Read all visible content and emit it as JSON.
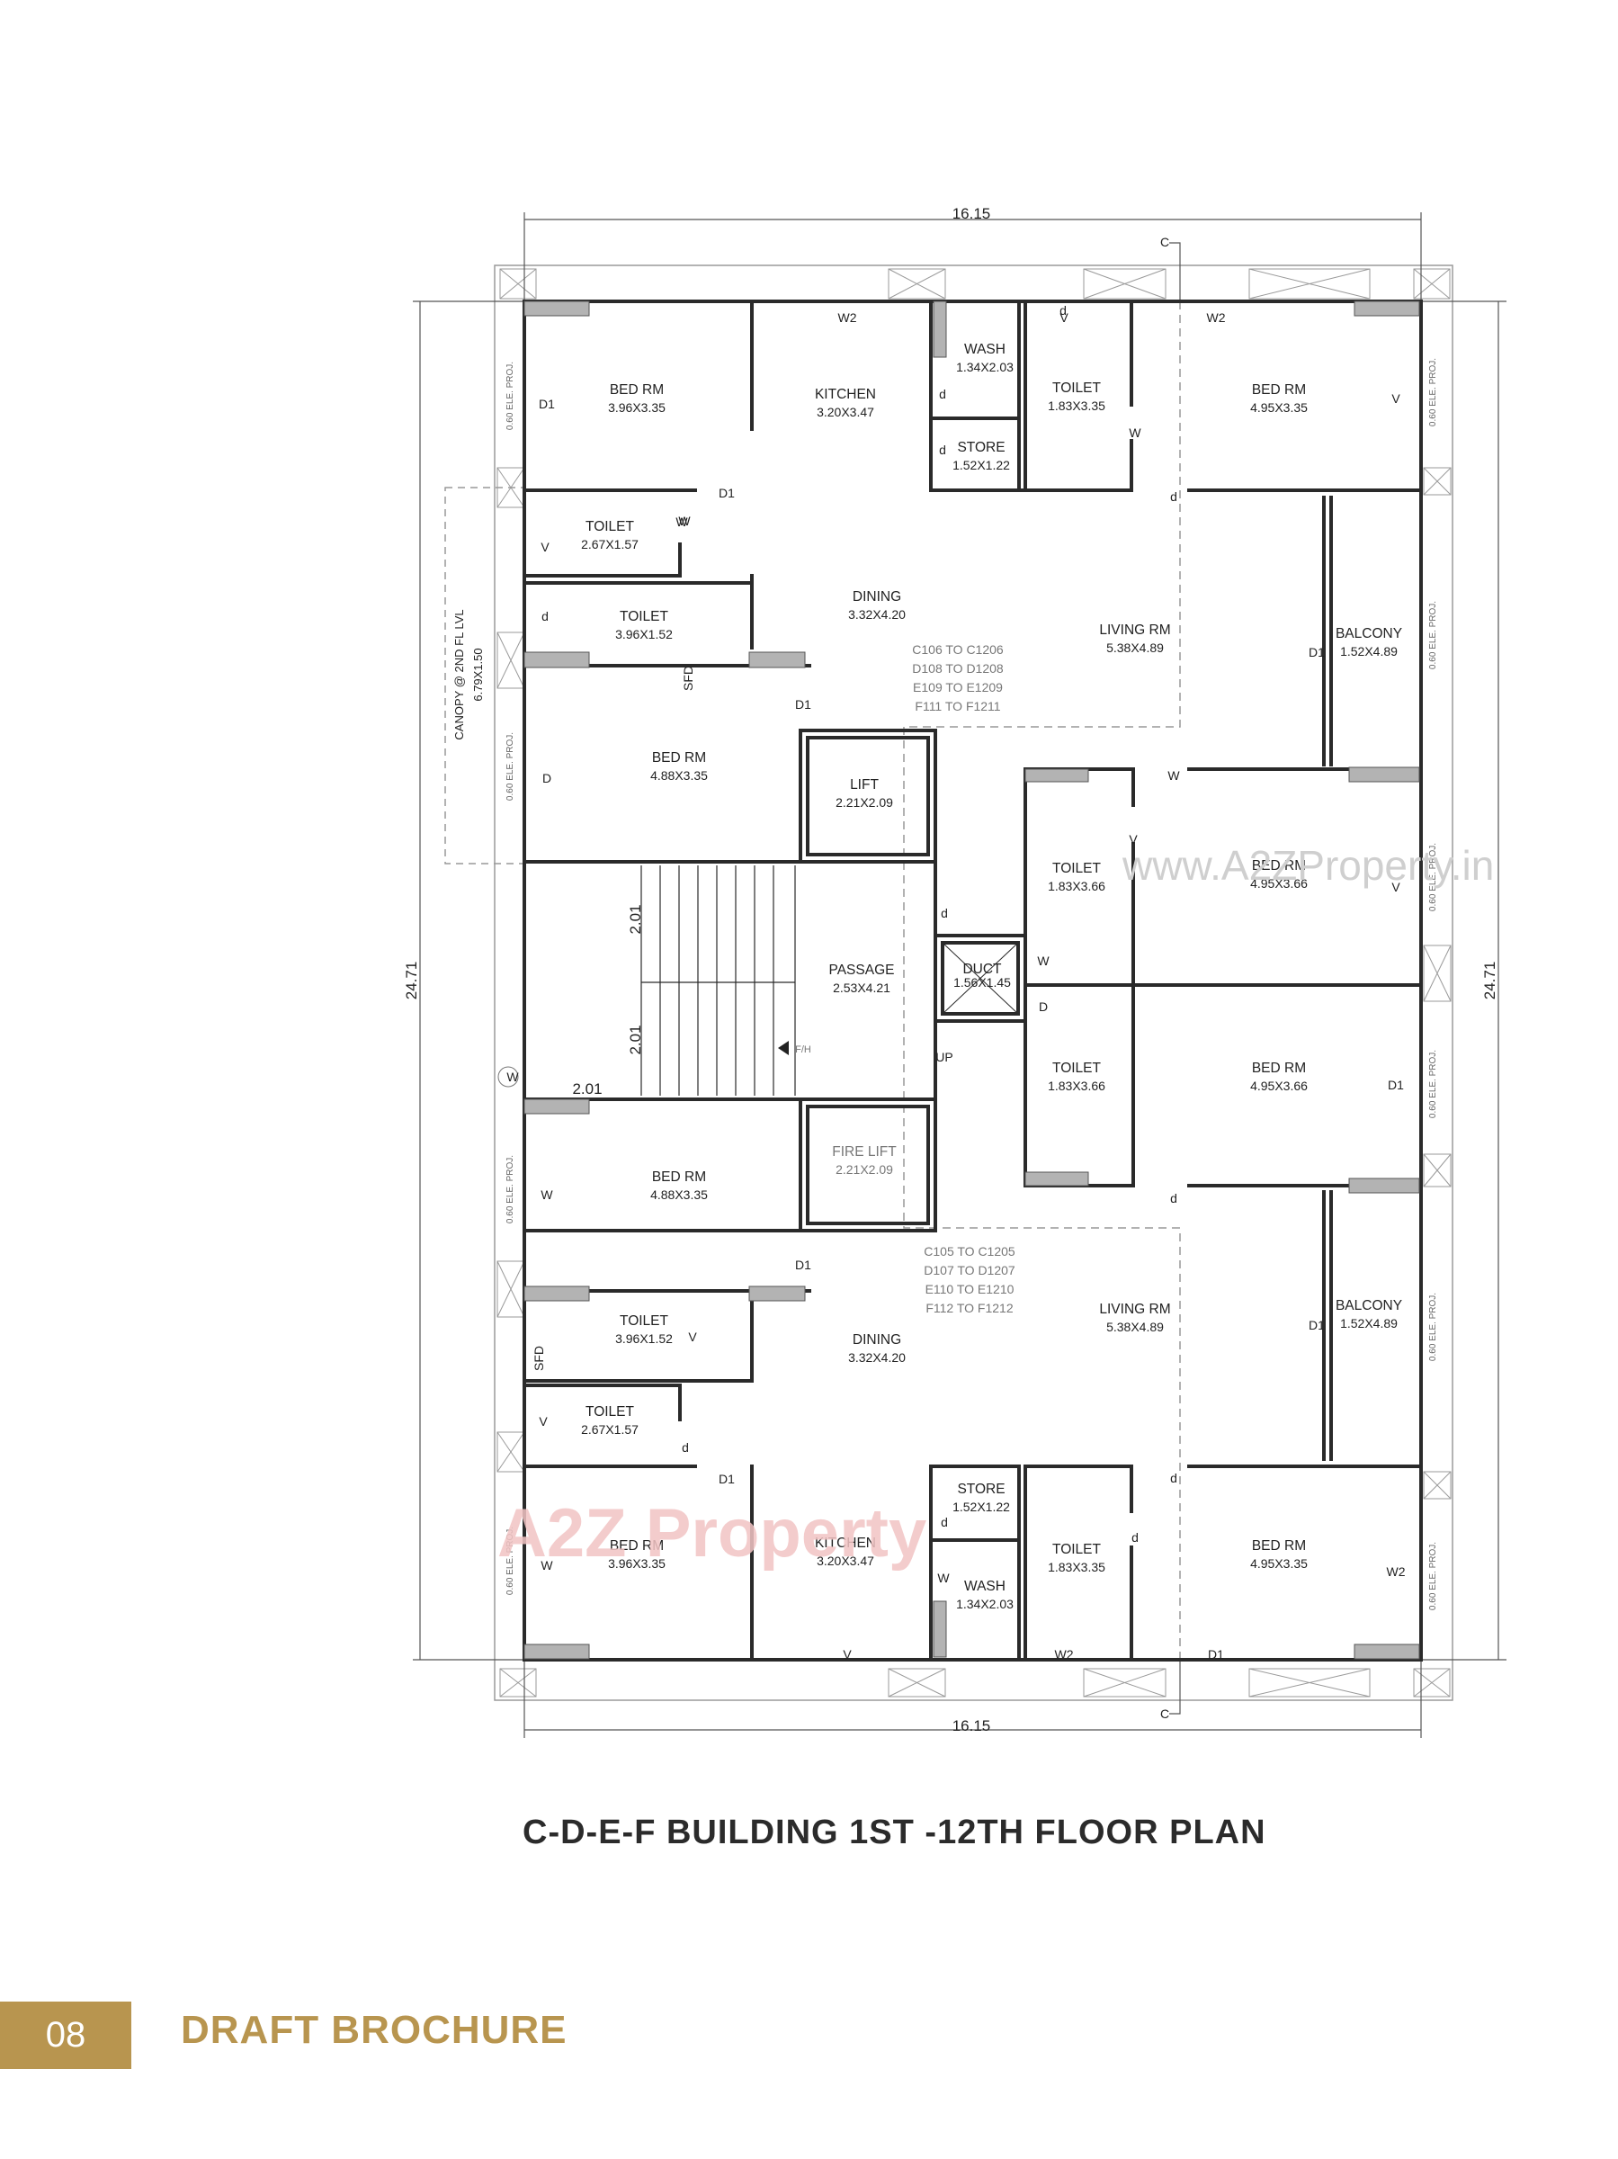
{
  "title": "C-D-E-F BUILDING 1ST -12TH FLOOR PLAN",
  "footer": {
    "page_number": "08",
    "label": "DRAFT BROCHURE"
  },
  "watermarks": {
    "site": "www.A2ZProperty.in",
    "logo": "A2Z Property"
  },
  "dimensions": {
    "width_top": "16.15",
    "width_bottom": "16.15",
    "depth_left": "24.71",
    "depth_right": "24.71",
    "stair_1": "2.01",
    "stair_2": "2.01",
    "stair_3": "2.01",
    "section_mark": "C"
  },
  "canopy": {
    "line1": "CANOPY @ 2ND FL LVL",
    "line2": "6.79X1.50"
  },
  "proj_label": "0.60 ELE. PROJ.",
  "colors": {
    "wall": "#2a2a2a",
    "column": "#b3b3b3",
    "accent": "#b8954f"
  },
  "rooms": [
    {
      "name": "BED RM",
      "size": "3.96X3.35"
    },
    {
      "name": "KITCHEN",
      "size": "3.20X3.47"
    },
    {
      "name": "WASH",
      "size": "1.34X2.03"
    },
    {
      "name": "STORE",
      "size": "1.52X1.22"
    },
    {
      "name": "TOILET",
      "size": "1.83X3.35"
    },
    {
      "name": "BED RM",
      "size": "4.95X3.35"
    },
    {
      "name": "TOILET",
      "size": "2.67X1.57"
    },
    {
      "name": "TOILET",
      "size": "3.96X1.52"
    },
    {
      "name": "DINING",
      "size": "3.32X4.20"
    },
    {
      "name": "LIVING RM",
      "size": "5.38X4.89"
    },
    {
      "name": "BALCONY",
      "size": "1.52X4.89"
    },
    {
      "name": "BED RM",
      "size": "4.88X3.35"
    },
    {
      "name": "LIFT",
      "size": "2.21X2.09"
    },
    {
      "name": "TOILET",
      "size": "1.83X3.66"
    },
    {
      "name": "BED RM",
      "size": "4.95X3.66"
    },
    {
      "name": "PASSAGE",
      "size": "2.53X4.21"
    },
    {
      "name": "DUCT",
      "size": "1.56X1.45"
    },
    {
      "name": "TOILET",
      "size": "1.83X3.66"
    },
    {
      "name": "BED RM",
      "size": "4.95X3.66"
    },
    {
      "name": "BED RM",
      "size": "4.88X3.35"
    },
    {
      "name": "FIRE LIFT",
      "size": "2.21X2.09"
    },
    {
      "name": "TOILET",
      "size": "3.96X1.52"
    },
    {
      "name": "DINING",
      "size": "3.32X4.20"
    },
    {
      "name": "LIVING RM",
      "size": "5.38X4.89"
    },
    {
      "name": "BALCONY",
      "size": "1.52X4.89"
    },
    {
      "name": "TOILET",
      "size": "2.67X1.57"
    },
    {
      "name": "STORE",
      "size": "1.52X1.22"
    },
    {
      "name": "BED RM",
      "size": "3.96X3.35"
    },
    {
      "name": "KITCHEN",
      "size": "3.20X3.47"
    },
    {
      "name": "TOILET",
      "size": "1.83X3.35"
    },
    {
      "name": "BED RM",
      "size": "4.95X3.35"
    },
    {
      "name": "WASH",
      "size": "1.34X2.03"
    }
  ],
  "flat_numbers": {
    "north": [
      "C106 TO C1206",
      "D108 TO D1208",
      "E109 TO E1209",
      "F111 TO F1211"
    ],
    "south": [
      "C105 TO C1205",
      "D107 TO D1207",
      "E110 TO E1210",
      "F112 TO F1212"
    ]
  },
  "tags": [
    "W2",
    "V",
    "W2",
    "d",
    "d",
    "d",
    "W",
    "W",
    "D1",
    "D1",
    "d",
    "V",
    "V",
    "d",
    "W",
    "SFD",
    "D1",
    "D1",
    "W",
    "D",
    "V",
    "d",
    "W",
    "V",
    "D",
    "UP",
    "F/H",
    "W",
    "W",
    "D1",
    "D1",
    "d",
    "V",
    "SFD",
    "D1",
    "V",
    "d",
    "D1",
    "d",
    "d",
    "d",
    "W",
    "W",
    "W2",
    "V",
    "W2",
    "D1"
  ]
}
